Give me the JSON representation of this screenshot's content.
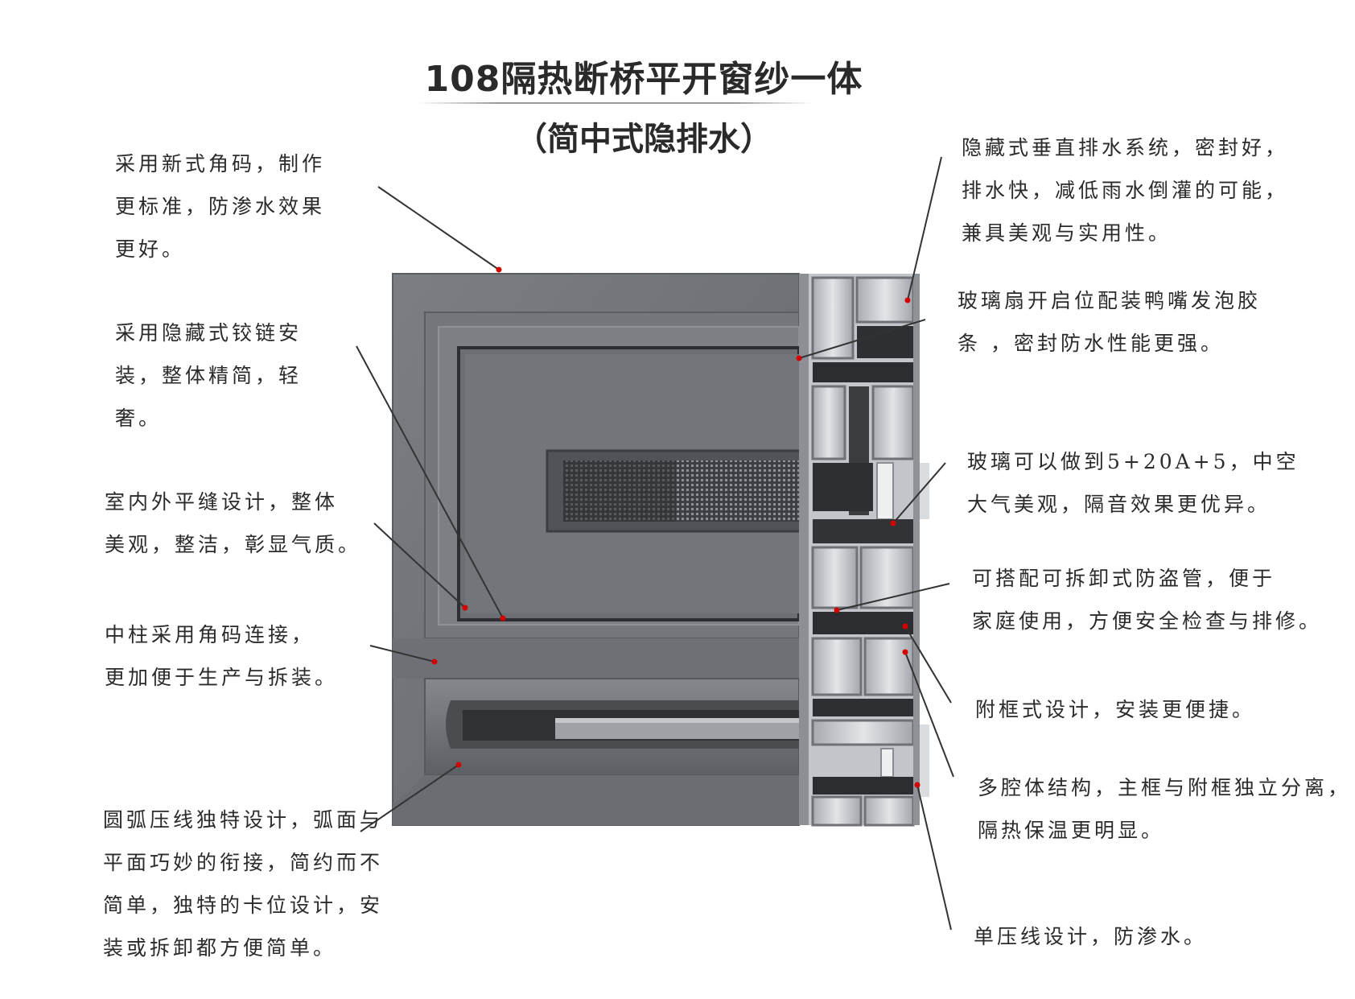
{
  "title": {
    "line1": "108隔热断桥平开窗纱一体",
    "line2": "（简中式隐排水）"
  },
  "annotations_left": [
    {
      "lines": [
        "采用新式角码，制作",
        "更标准，防渗水效果",
        "更好。"
      ]
    },
    {
      "lines": [
        "采用隐藏式铰链安",
        "装，整体精简，轻",
        "奢。"
      ]
    },
    {
      "lines": [
        "室内外平缝设计，整体",
        "美观，整洁，彰显气质。"
      ]
    },
    {
      "lines": [
        "中柱采用角码连接，",
        "更加便于生产与拆装。"
      ]
    },
    {
      "lines": [
        "圆弧压线独特设计，弧面与",
        "平面巧妙的衔接，简约而不",
        "简单，独特的卡位设计，安",
        "装或拆卸都方便简单。"
      ]
    }
  ],
  "annotations_right": [
    {
      "lines": [
        "隐藏式垂直排水系统，密封好，",
        "排水快，减低雨水倒灌的可能，",
        "兼具美观与实用性。"
      ]
    },
    {
      "lines": [
        "玻璃扇开启位配装鸭嘴发泡胶",
        "条 ，密封防水性能更强。"
      ]
    },
    {
      "lines": [
        "玻璃可以做到5+20A+5，中空",
        "大气美观，隔音效果更优异。"
      ]
    },
    {
      "lines": [
        "可搭配可拆卸式防盗管，便于",
        "家庭使用，方便安全检查与排修。"
      ]
    },
    {
      "lines": [
        "附框式设计，安装更便捷。"
      ]
    },
    {
      "lines": [
        "多腔体结构，主框与附框独立分离，",
        "隔热保温更明显。"
      ]
    },
    {
      "lines": [
        "单压线设计，防渗水。"
      ]
    }
  ],
  "colors": {
    "frame": "#6f7276",
    "frame_dark": "#4f5256",
    "frame_light": "#8a8d91",
    "profile_silver": "#c9ccd0",
    "leader_line": "#333333",
    "marker": "#d40000"
  }
}
